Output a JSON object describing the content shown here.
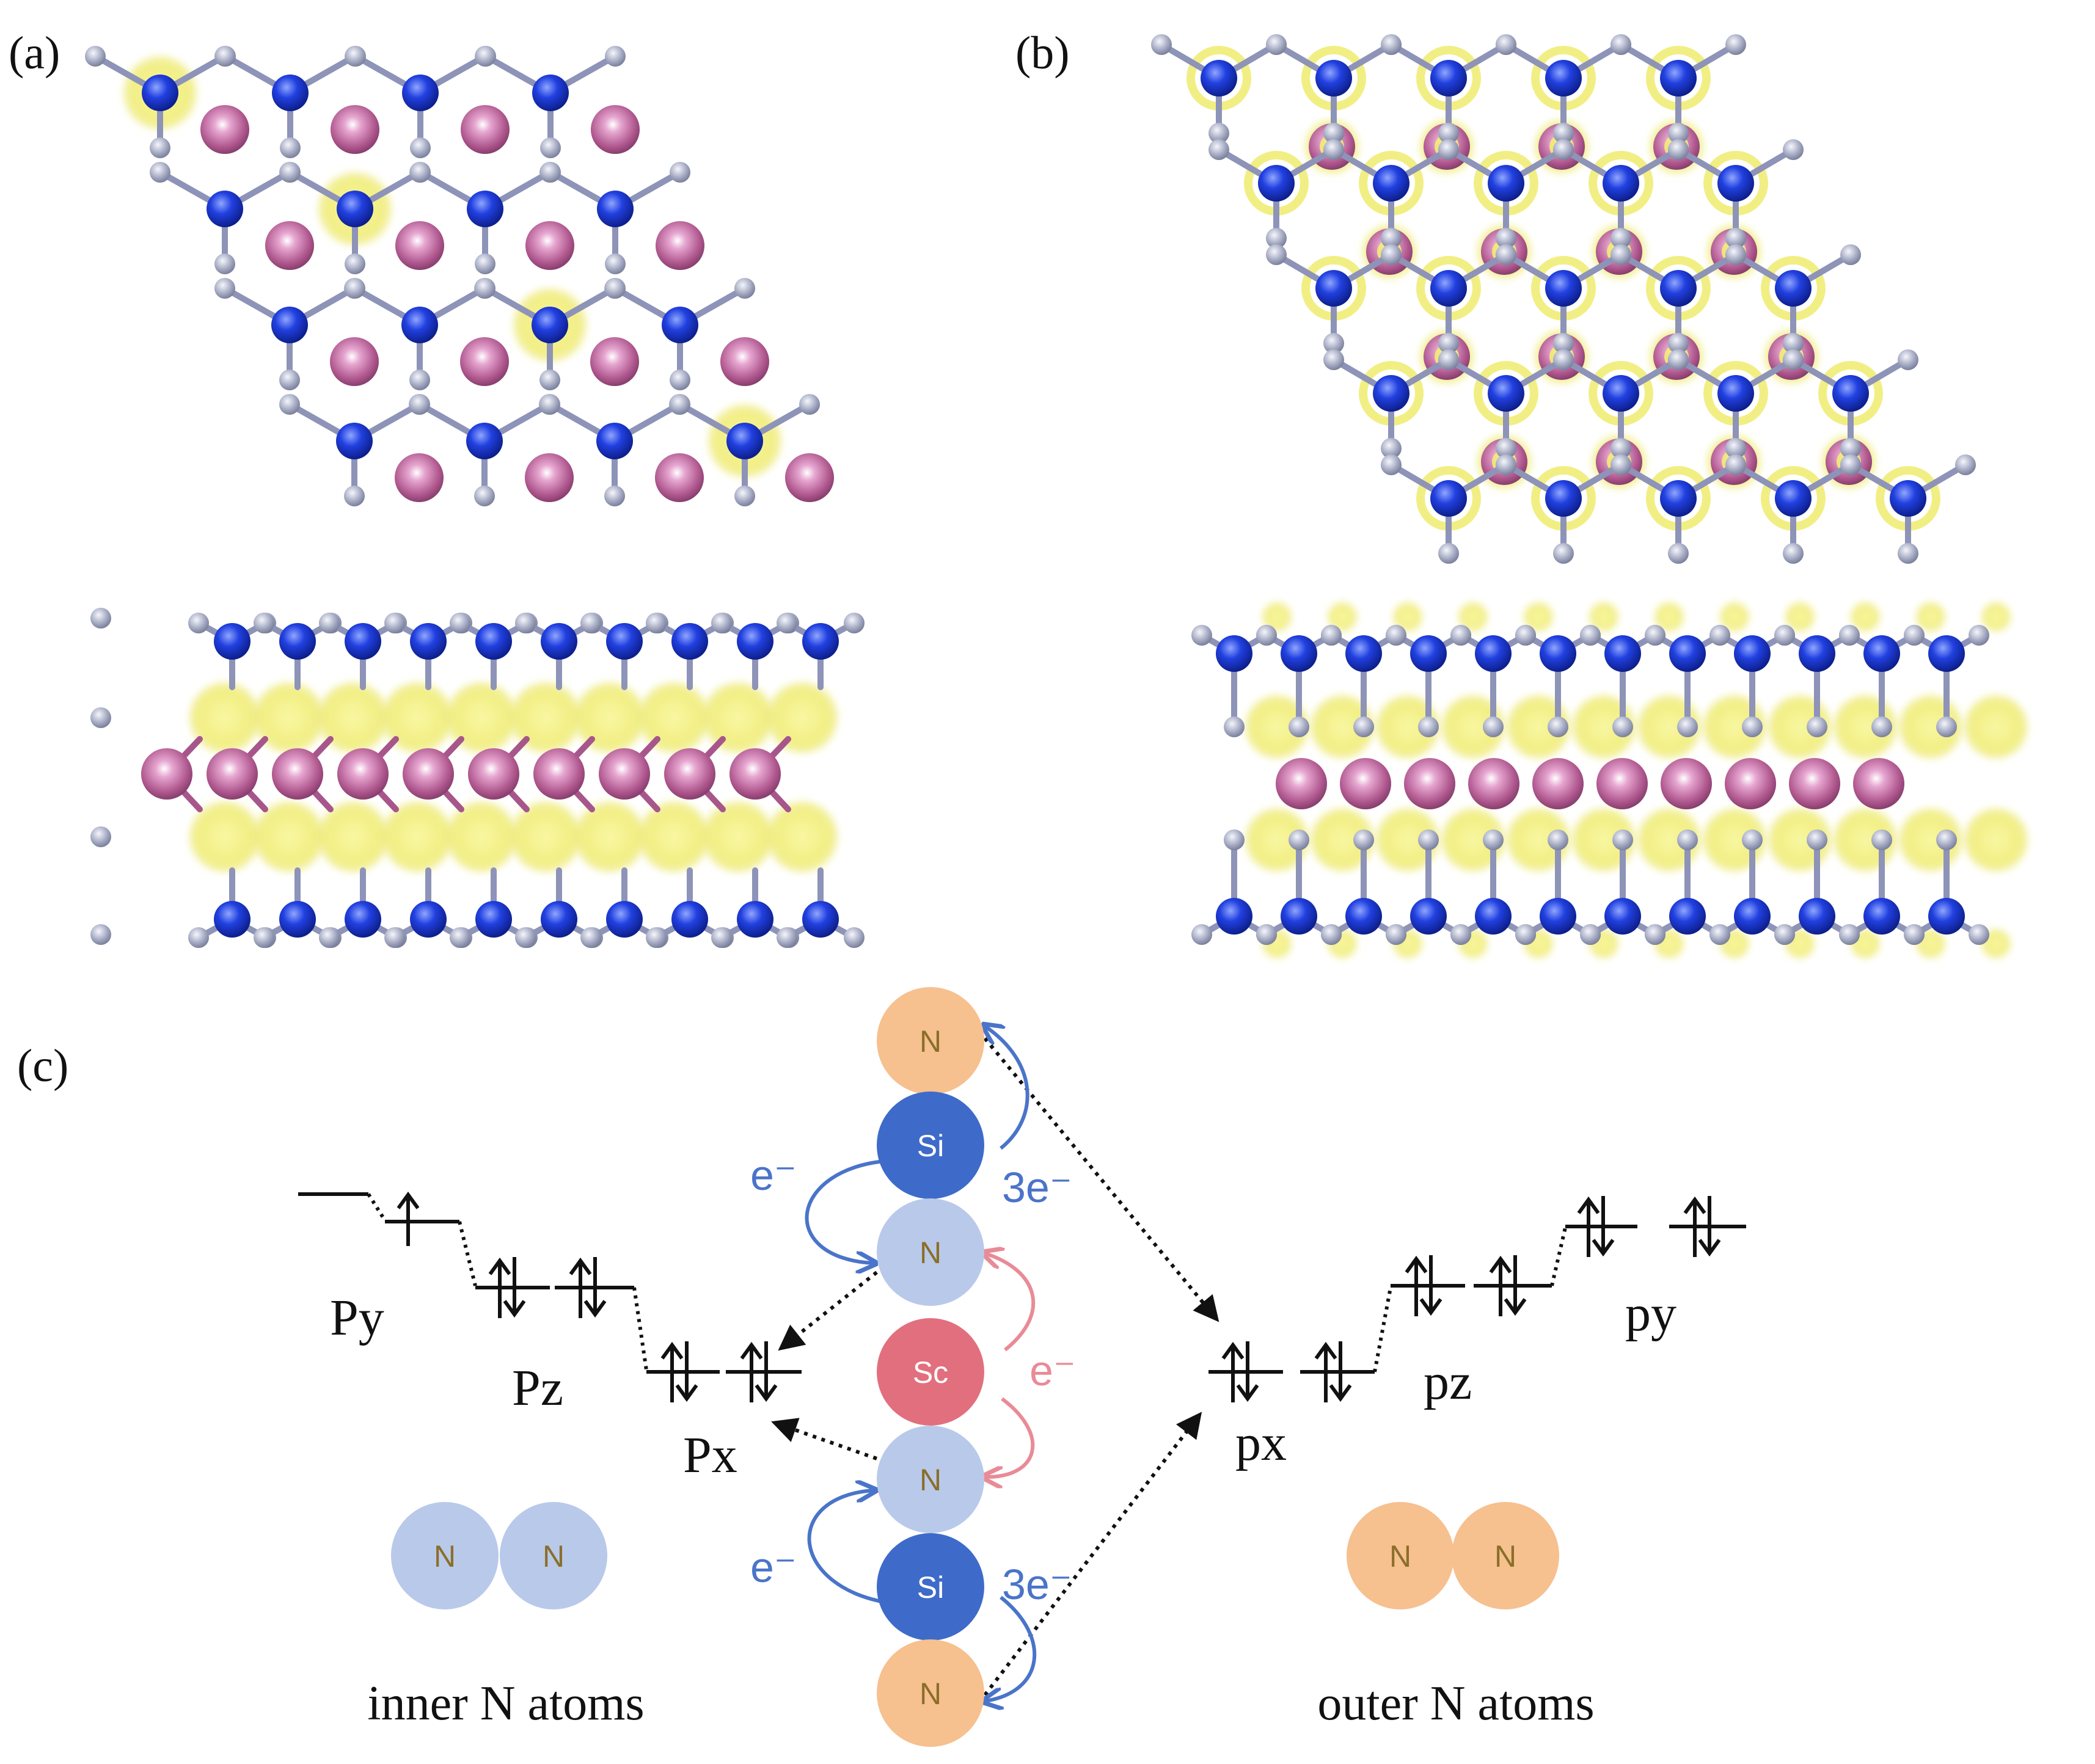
{
  "panels": {
    "a": {
      "label": "(a)"
    },
    "b": {
      "label": "(b)"
    },
    "c": {
      "label": "(c)"
    }
  },
  "colors": {
    "si": "#1f3fd8",
    "sc": "#b0588f",
    "n_small": "#a9aec6",
    "isosurface": "#f4f27a",
    "chain_n_orange": "#f6c08f",
    "chain_n_blue": "#b9c9ea",
    "chain_si": "#3e6bc9",
    "chain_sc": "#e26f7d",
    "arrow_blue": "#4a74c9",
    "arrow_pink": "#e98b97"
  },
  "chain": {
    "n_top": "N",
    "si_top": "Si",
    "n_mid_top": "N",
    "sc": "Sc",
    "n_mid_bottom": "N",
    "si_bottom": "Si",
    "n_bottom": "N"
  },
  "electron_labels": {
    "e_upper_left": "e⁻",
    "three_e_upper_right": "3e⁻",
    "e_pink": "e⁻",
    "e_lower_left": "e⁻",
    "three_e_lower_right": "3e⁻"
  },
  "orbitals_inner": {
    "py": "Py",
    "pz": "Pz",
    "px": "Px"
  },
  "orbitals_outer": {
    "px": "px",
    "pz": "pz",
    "py": "py"
  },
  "pairs": {
    "inner": {
      "left": "N",
      "right": "N",
      "caption": "inner N atoms"
    },
    "outer": {
      "left": "N",
      "right": "N",
      "caption": "outer N atoms"
    }
  }
}
